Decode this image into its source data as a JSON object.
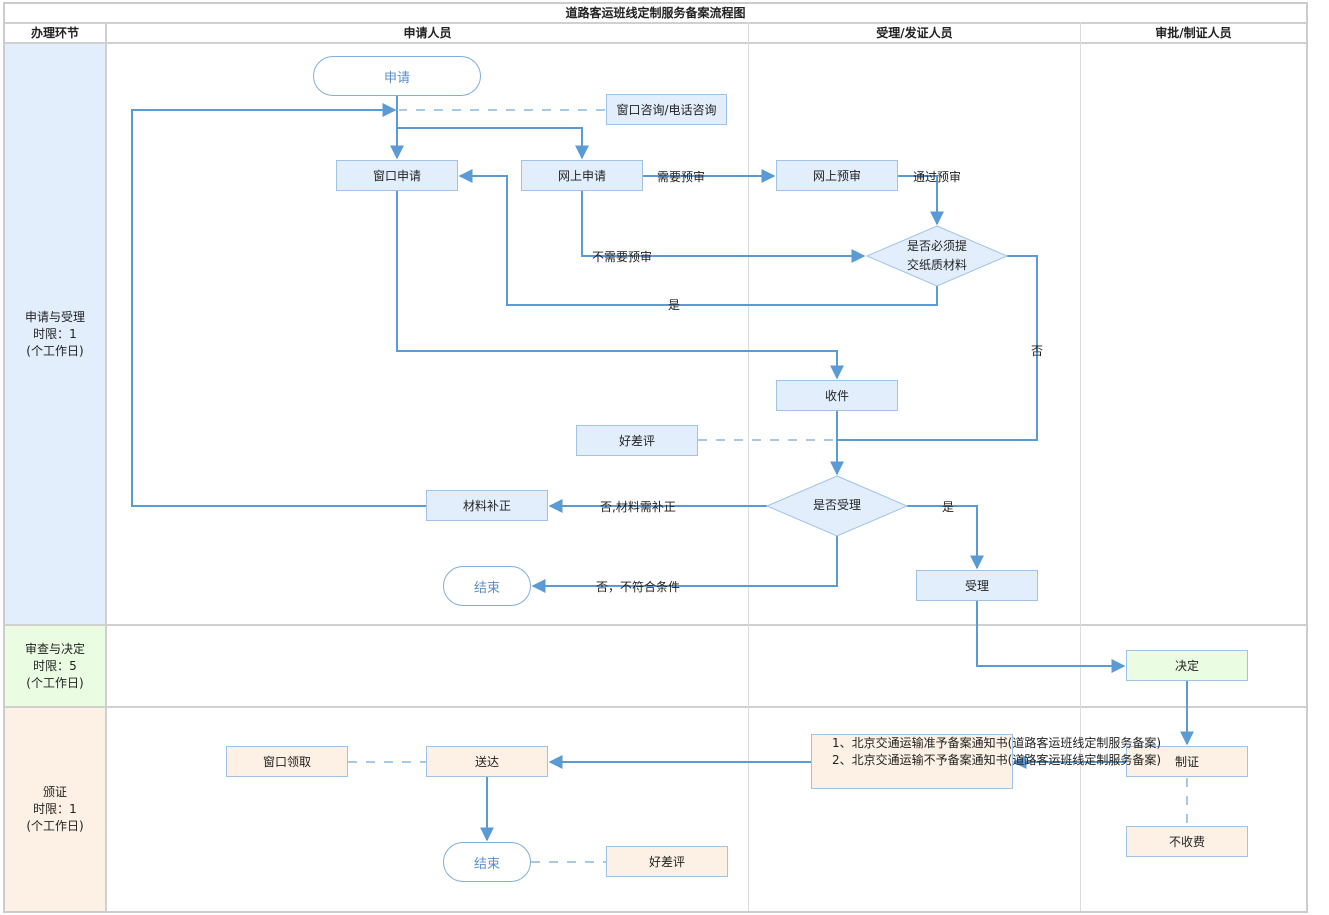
{
  "title": "道路客运班线定制服务备案流程图",
  "columns": {
    "phase": "办理环节",
    "applicant": "申请人员",
    "acceptor": "受理/发证人员",
    "approver": "审批/制证人员"
  },
  "phases": [
    {
      "name": "申请与受理",
      "limit": "时限：1",
      "unit": "(个工作日)",
      "color": "#e3eefd"
    },
    {
      "name": "审查与决定",
      "limit": "时限：5",
      "unit": "(个工作日)",
      "color": "#eafde3"
    },
    {
      "name": "颁证",
      "limit": "时限：1",
      "unit": "(个工作日)",
      "color": "#fdf1e5"
    }
  ],
  "nodes": {
    "start": "申请",
    "consult": "窗口咨询/电话咨询",
    "window_apply": "窗口申请",
    "online_apply": "网上申请",
    "online_precheck": "网上预审",
    "paper_decision": [
      "是否必须提",
      "交纸质材料"
    ],
    "receive": "收件",
    "feedback1": "好差评",
    "accept_decision": "是否受理",
    "supplement": "材料补正",
    "end1": "结束",
    "accept": "受理",
    "decide": "决定",
    "make_cert": "制证",
    "no_fee": "不收费",
    "notices": [
      "1、北京交通运输准予备案通知书(道路客运班线定制服务备案)",
      "2、北京交通运输不予备案通知书(道路客运班线定制服务备案)"
    ],
    "deliver": "送达",
    "window_pickup": "窗口领取",
    "end2": "结束",
    "feedback2": "好差评"
  },
  "edge_labels": {
    "need_precheck": "需要预审",
    "pass_precheck": "通过预审",
    "no_precheck": "不需要预审",
    "yes_paper": "是",
    "no_paper": "否",
    "no_supplement": "否,材料需补正",
    "yes_accept": "是",
    "no_reject": "否，不符合条件"
  },
  "colors": {
    "connector": "#5b9bd5",
    "dashed": "#a8c8e8",
    "node_border": "#9ec3e6",
    "grid": "#d0d0d0"
  }
}
